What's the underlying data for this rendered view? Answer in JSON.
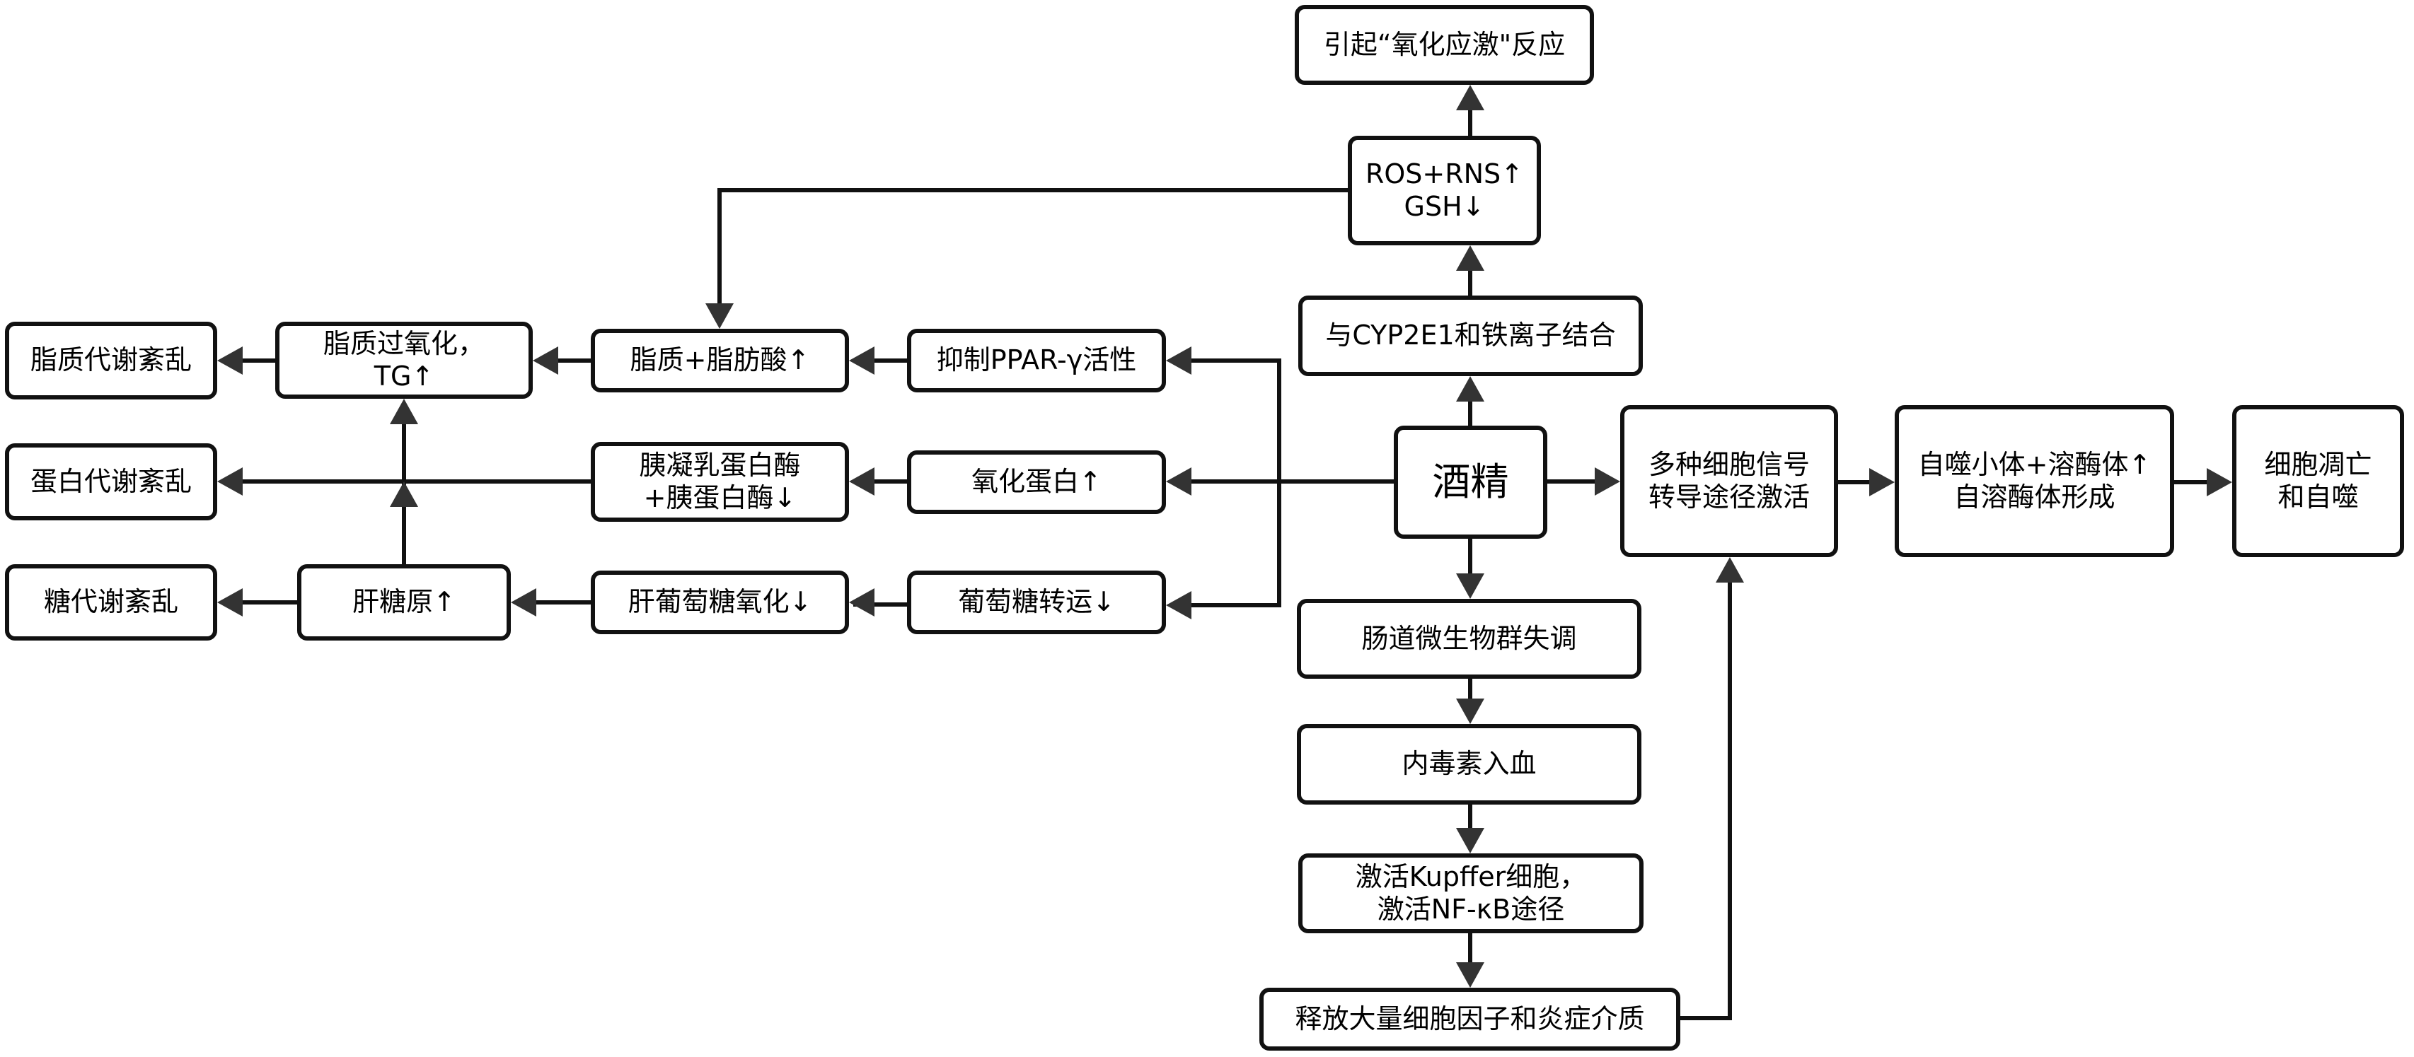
{
  "diagram": {
    "colors": {
      "stroke": "#111111",
      "arrow": "#333333",
      "background": "#ffffff"
    },
    "nodes": {
      "oxidative_stress": "引起“氧化应激\"反应",
      "ros_rns": "ROS+RNS↑\nGSH↓",
      "cyp2e1": "与CYP2E1和铁离子结合",
      "alcohol": "酒精",
      "signal_pathways": "多种细胞信号\n转导途径激活",
      "autolysosome": "自噬小体+溶酶体↑\n自溶酶体形成",
      "apoptosis": "细胞凋亡\n和自噬",
      "gut_dysbiosis": "肠道微生物群失调",
      "endotoxin": "内毒素入血",
      "kupffer": "激活Kupffer细胞，\n激活NF-κB途径",
      "cytokines": "释放大量细胞因子和炎症介质",
      "ppar": "抑制PPAR-γ活性",
      "oxidized_protein": "氧化蛋白↑",
      "glucose_transport": "葡萄糖转运↓",
      "lipid_fatty_acid": "脂质+脂肪酸↑",
      "proteases": "胰凝乳蛋白酶\n+胰蛋白酶↓",
      "liver_glucose_oxidation": "肝葡萄糖氧化↓",
      "lipid_peroxidation": "脂质过氧化，\nTG↑",
      "liver_glycogen": "肝糖原↑",
      "lipid_metabolism_disorder": "脂质代谢紊乱",
      "protein_metabolism_disorder": "蛋白代谢紊乱",
      "sugar_metabolism_disorder": "糖代谢紊乱"
    },
    "edges": [
      [
        "alcohol",
        "cyp2e1"
      ],
      [
        "cyp2e1",
        "ros_rns"
      ],
      [
        "ros_rns",
        "oxidative_stress"
      ],
      [
        "ros_rns",
        "lipid_fatty_acid"
      ],
      [
        "alcohol",
        "signal_pathways"
      ],
      [
        "signal_pathways",
        "autolysosome"
      ],
      [
        "autolysosome",
        "apoptosis"
      ],
      [
        "alcohol",
        "gut_dysbiosis"
      ],
      [
        "gut_dysbiosis",
        "endotoxin"
      ],
      [
        "endotoxin",
        "kupffer"
      ],
      [
        "kupffer",
        "cytokines"
      ],
      [
        "cytokines",
        "signal_pathways"
      ],
      [
        "alcohol",
        "ppar"
      ],
      [
        "alcohol",
        "oxidized_protein"
      ],
      [
        "alcohol",
        "glucose_transport"
      ],
      [
        "ppar",
        "lipid_fatty_acid"
      ],
      [
        "oxidized_protein",
        "proteases"
      ],
      [
        "glucose_transport",
        "liver_glucose_oxidation"
      ],
      [
        "lipid_fatty_acid",
        "lipid_peroxidation"
      ],
      [
        "proteases",
        "protein_metabolism_disorder"
      ],
      [
        "liver_glucose_oxidation",
        "liver_glycogen"
      ],
      [
        "liver_glycogen",
        "lipid_peroxidation"
      ],
      [
        "lipid_peroxidation",
        "lipid_metabolism_disorder"
      ],
      [
        "liver_glycogen",
        "sugar_metabolism_disorder"
      ]
    ]
  }
}
